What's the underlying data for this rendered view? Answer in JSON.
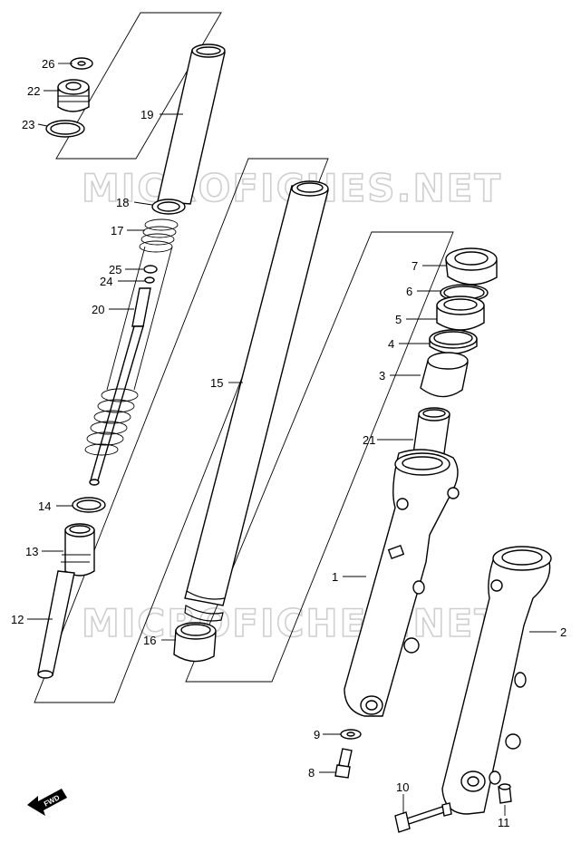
{
  "watermark": "MICROFICHES.NET",
  "fwd_label": "FWD",
  "callouts": {
    "p1": "1",
    "p2": "2",
    "p3": "3",
    "p4": "4",
    "p5": "5",
    "p6": "6",
    "p7": "7",
    "p8": "8",
    "p9": "9",
    "p10": "10",
    "p11": "11",
    "p12": "12",
    "p13": "13",
    "p14": "14",
    "p15": "15",
    "p16": "16",
    "p17": "17",
    "p18": "18",
    "p19": "19",
    "p20": "20",
    "p21": "21",
    "p22": "22",
    "p23": "23",
    "p24": "24",
    "p25": "25",
    "p26": "26"
  }
}
